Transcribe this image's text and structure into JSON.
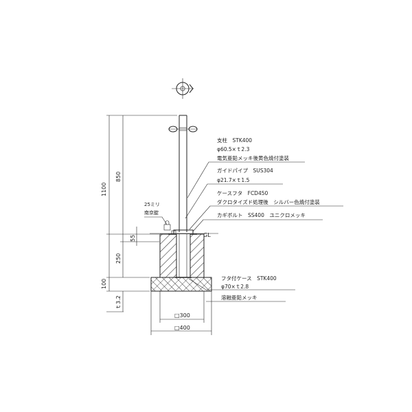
{
  "labels": {
    "post_title": "支柱　STK400",
    "post_size": "φ60.5×ｔ2.3",
    "post_finish": "電気亜鉛メッキ後黄色焼付塗装",
    "guide_title": "ガイドパイプ　SUS304",
    "guide_size": "φ21.7×ｔ1.5",
    "cap_title": "ケースフタ　FCD450",
    "cap_finish": "ダクロタイズド処理後　シルバー色焼付塗装",
    "key_bolt": "カギボルト　SS400　ユニクロメッキ",
    "lock_title": "25ミリ",
    "lock_name": "南京錠",
    "case_title": "フタ付ケース　STK400",
    "case_size": "φ70×ｔ2.8",
    "case_finish": "溶融亜鉛メッキ",
    "gl": "GL"
  },
  "dimensions": {
    "total_height": "1100",
    "upper_height": "850",
    "case_top": "55",
    "embed_depth": "250",
    "base_thickness": "100",
    "bottom_t": "ｔ3.2",
    "inner_width": "□300",
    "outer_width": "□400"
  }
}
